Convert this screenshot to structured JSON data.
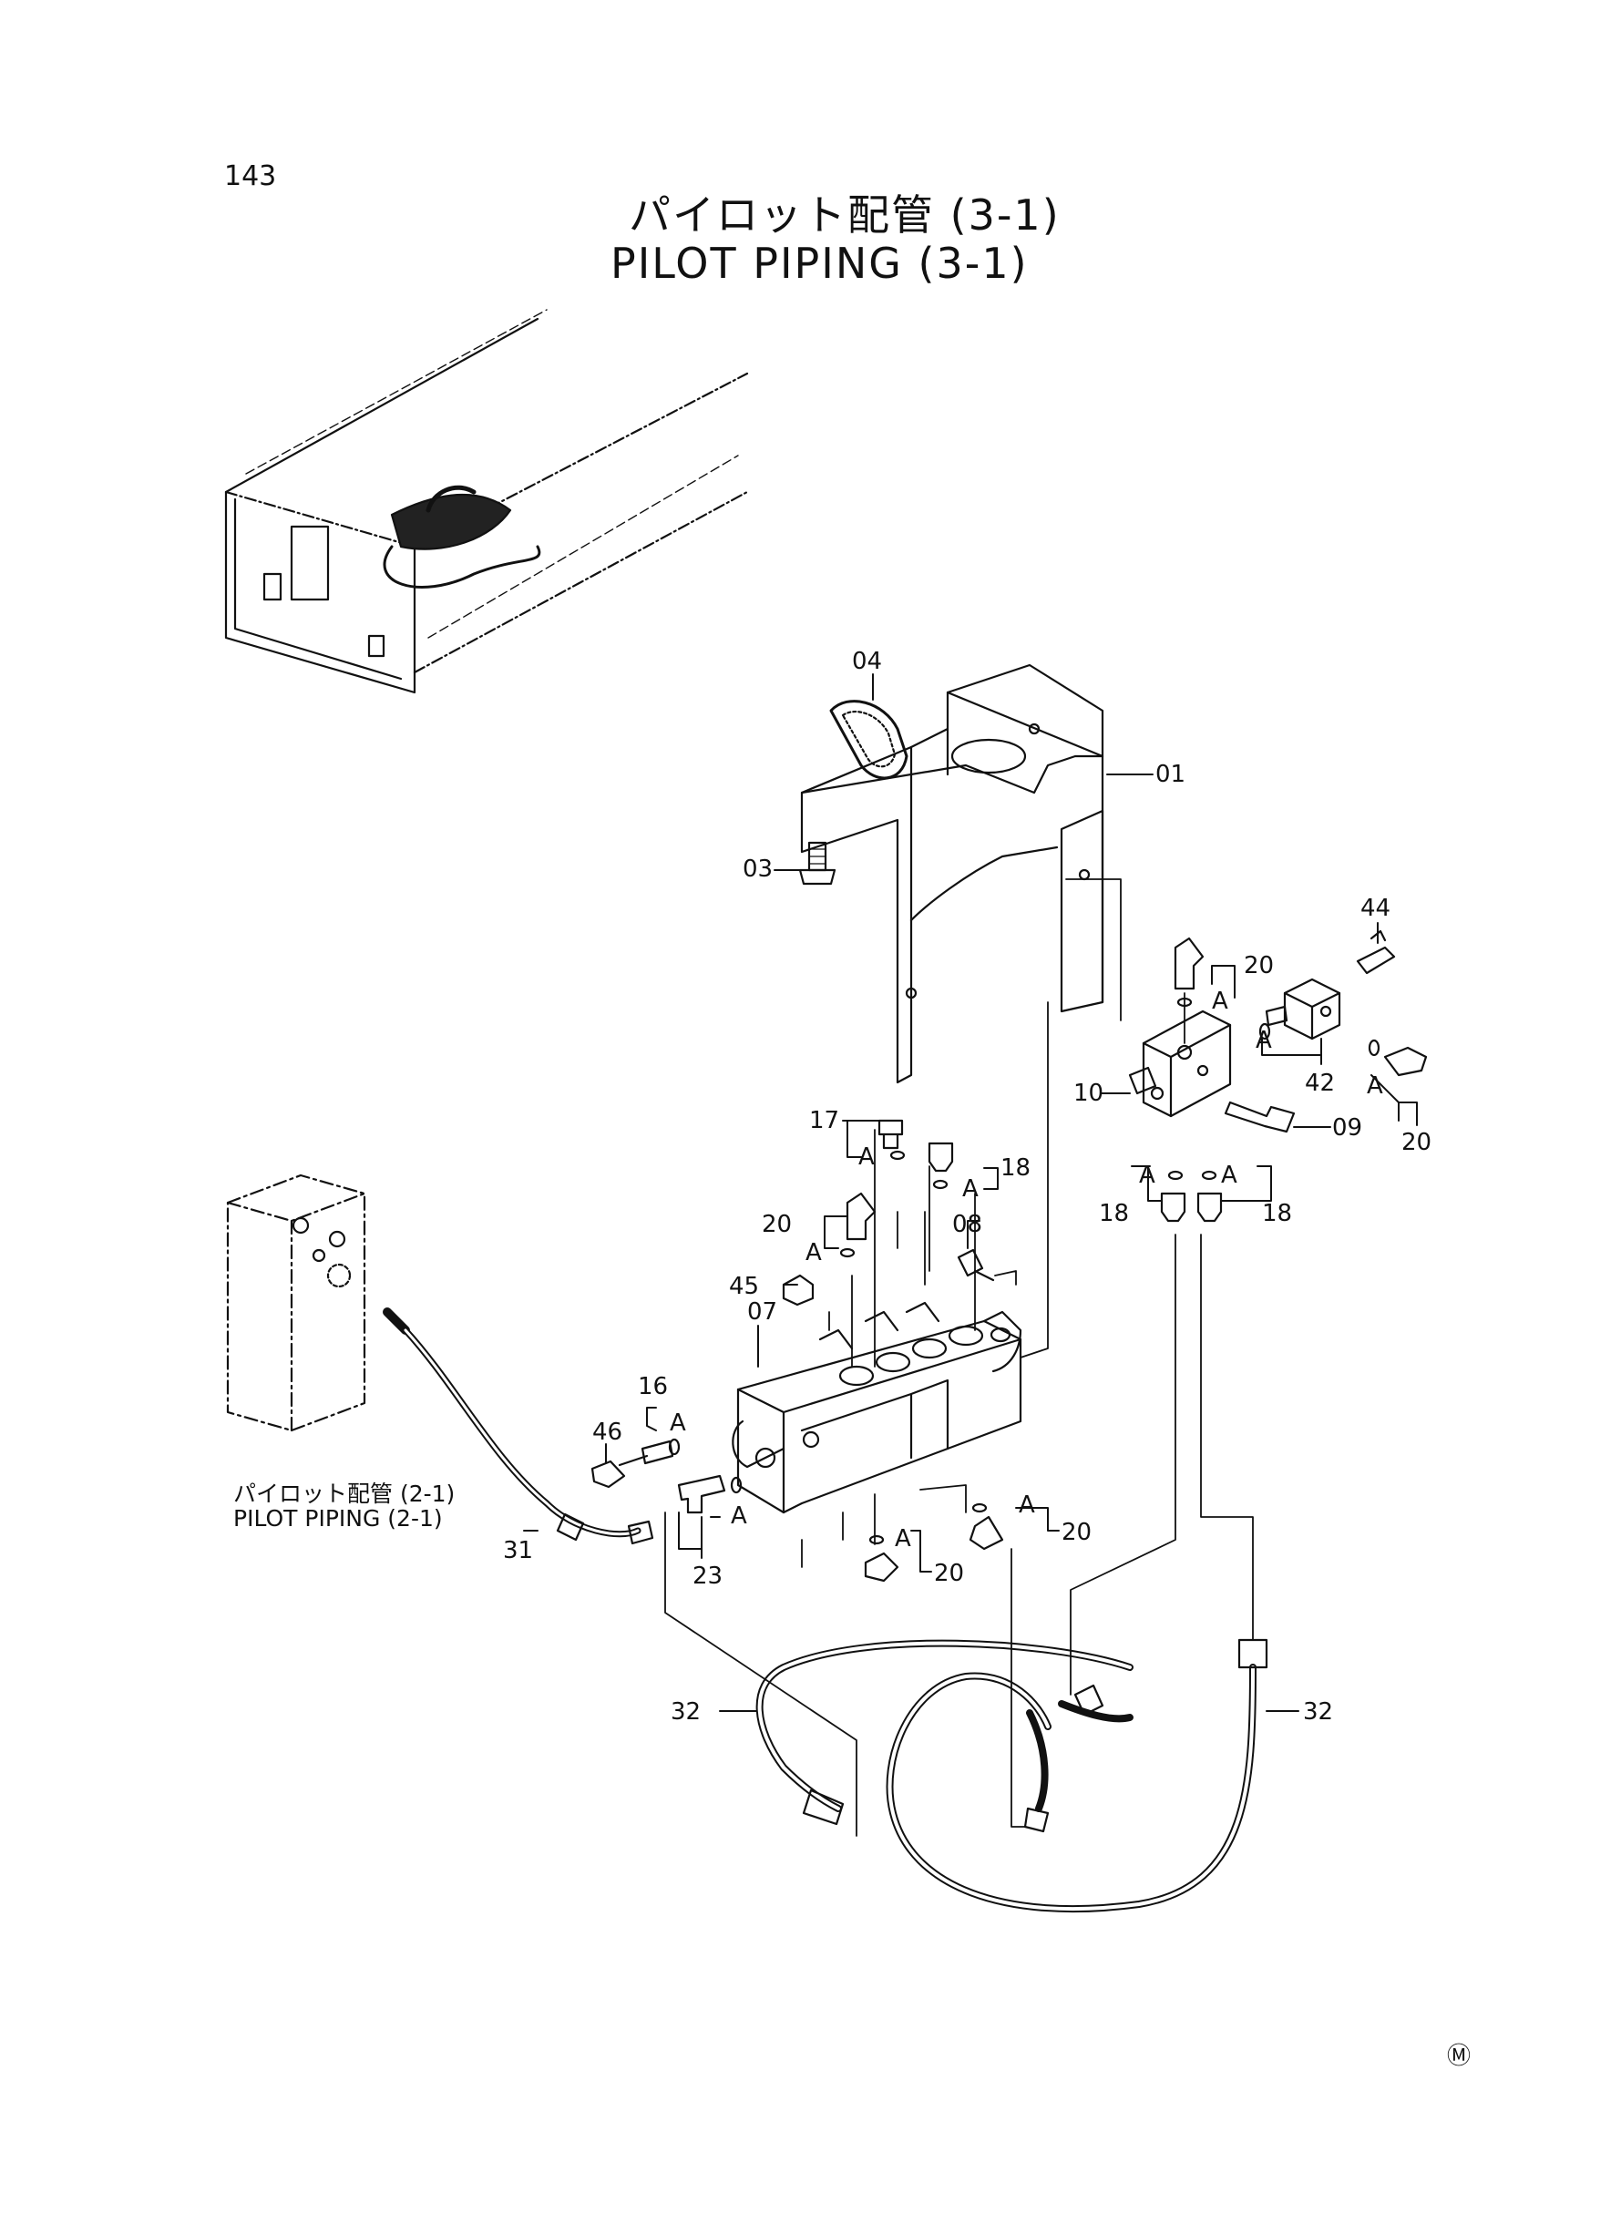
{
  "header": {
    "page_number": "143",
    "title_jp": "パイロット配管 (3-1)",
    "title_en": "PILOT PIPING (3-1)"
  },
  "reference": {
    "jp": "パイロット配管 (2-1)",
    "en": "PILOT PIPING (2-1)"
  },
  "callouts": [
    {
      "id": "c04",
      "text": "04"
    },
    {
      "id": "c01",
      "text": "01"
    },
    {
      "id": "c03",
      "text": "03"
    },
    {
      "id": "c44",
      "text": "44"
    },
    {
      "id": "c20a",
      "text": "20"
    },
    {
      "id": "c42",
      "text": "42"
    },
    {
      "id": "c10",
      "text": "10"
    },
    {
      "id": "c09",
      "text": "09"
    },
    {
      "id": "c20b",
      "text": "20"
    },
    {
      "id": "c17",
      "text": "17"
    },
    {
      "id": "c18a",
      "text": "18"
    },
    {
      "id": "c18b",
      "text": "18"
    },
    {
      "id": "c18c",
      "text": "18"
    },
    {
      "id": "c20c",
      "text": "20"
    },
    {
      "id": "c08",
      "text": "08"
    },
    {
      "id": "c45",
      "text": "45"
    },
    {
      "id": "c07",
      "text": "07"
    },
    {
      "id": "c16",
      "text": "16"
    },
    {
      "id": "c46",
      "text": "46"
    },
    {
      "id": "c31",
      "text": "31"
    },
    {
      "id": "c23",
      "text": "23"
    },
    {
      "id": "c20d",
      "text": "20"
    },
    {
      "id": "c20e",
      "text": "20"
    },
    {
      "id": "c32a",
      "text": "32"
    },
    {
      "id": "c32b",
      "text": "32"
    }
  ],
  "a_markers": [
    {
      "id": "a1",
      "text": "A"
    },
    {
      "id": "a2",
      "text": "A"
    },
    {
      "id": "a3",
      "text": "A"
    },
    {
      "id": "a4",
      "text": "A"
    },
    {
      "id": "a5",
      "text": "A"
    },
    {
      "id": "a6",
      "text": "A"
    },
    {
      "id": "a7",
      "text": "A"
    },
    {
      "id": "a8",
      "text": "A"
    },
    {
      "id": "a9",
      "text": "A"
    },
    {
      "id": "a10",
      "text": "A"
    },
    {
      "id": "a11",
      "text": "A"
    },
    {
      "id": "a12",
      "text": "A"
    }
  ],
  "footer": {
    "mark": "Ⓜ"
  }
}
